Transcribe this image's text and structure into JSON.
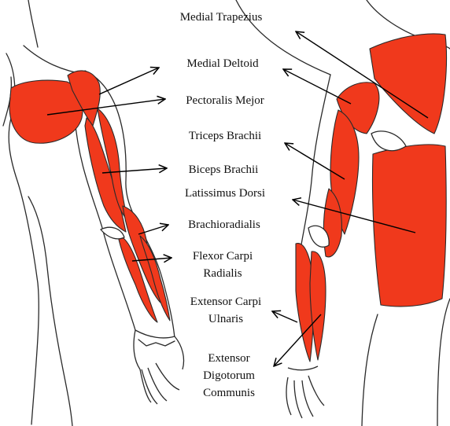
{
  "labels": {
    "medial_trapezius": "Medial Trapezius",
    "medial_deltoid": "Medial Deltoid",
    "pectoralis": "Pectoralis Mejor",
    "triceps": "Triceps Brachii",
    "biceps": "Biceps Brachii",
    "latissimus": "Latissimus Dorsi",
    "brachioradialis": "Brachioradialis",
    "flexor_carpi_1": "Flexor Carpi",
    "flexor_carpi_2": "Radialis",
    "extensor_carpi_1": "Extensor Carpi",
    "extensor_carpi_2": "Ulnaris",
    "extensor_digit_1": "Extensor",
    "extensor_digit_2": "Digotorum",
    "extensor_digit_3": "Communis"
  },
  "colors": {
    "muscle": "#f0391c",
    "outline": "#2a2a2a",
    "background": "#ffffff"
  }
}
